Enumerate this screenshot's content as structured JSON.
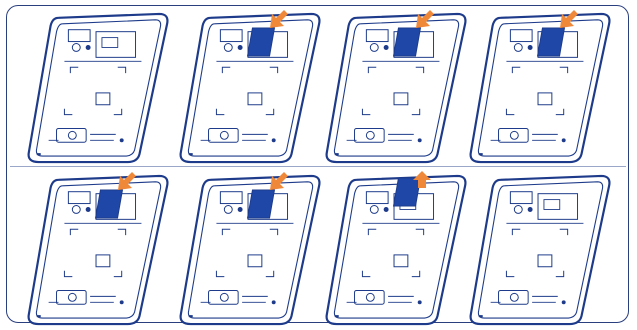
{
  "colors": {
    "frame": "#2a3f7e",
    "outline": "#1d3b8a",
    "card_fill": "#1f47a8",
    "arrow": "#f0883a",
    "divider": "#9aa7c8"
  },
  "steps": [
    {
      "card": "none",
      "arrow": "none"
    },
    {
      "card": "inserted",
      "arrow": "push-in"
    },
    {
      "card": "inserted",
      "arrow": "push-in"
    },
    {
      "card": "inserted",
      "arrow": "push-in"
    },
    {
      "card": "inserted",
      "arrow": "push-in"
    },
    {
      "card": "inserted",
      "arrow": "push-in"
    },
    {
      "card": "ejected",
      "arrow": "pull-out"
    },
    {
      "card": "none",
      "arrow": "none"
    }
  ]
}
